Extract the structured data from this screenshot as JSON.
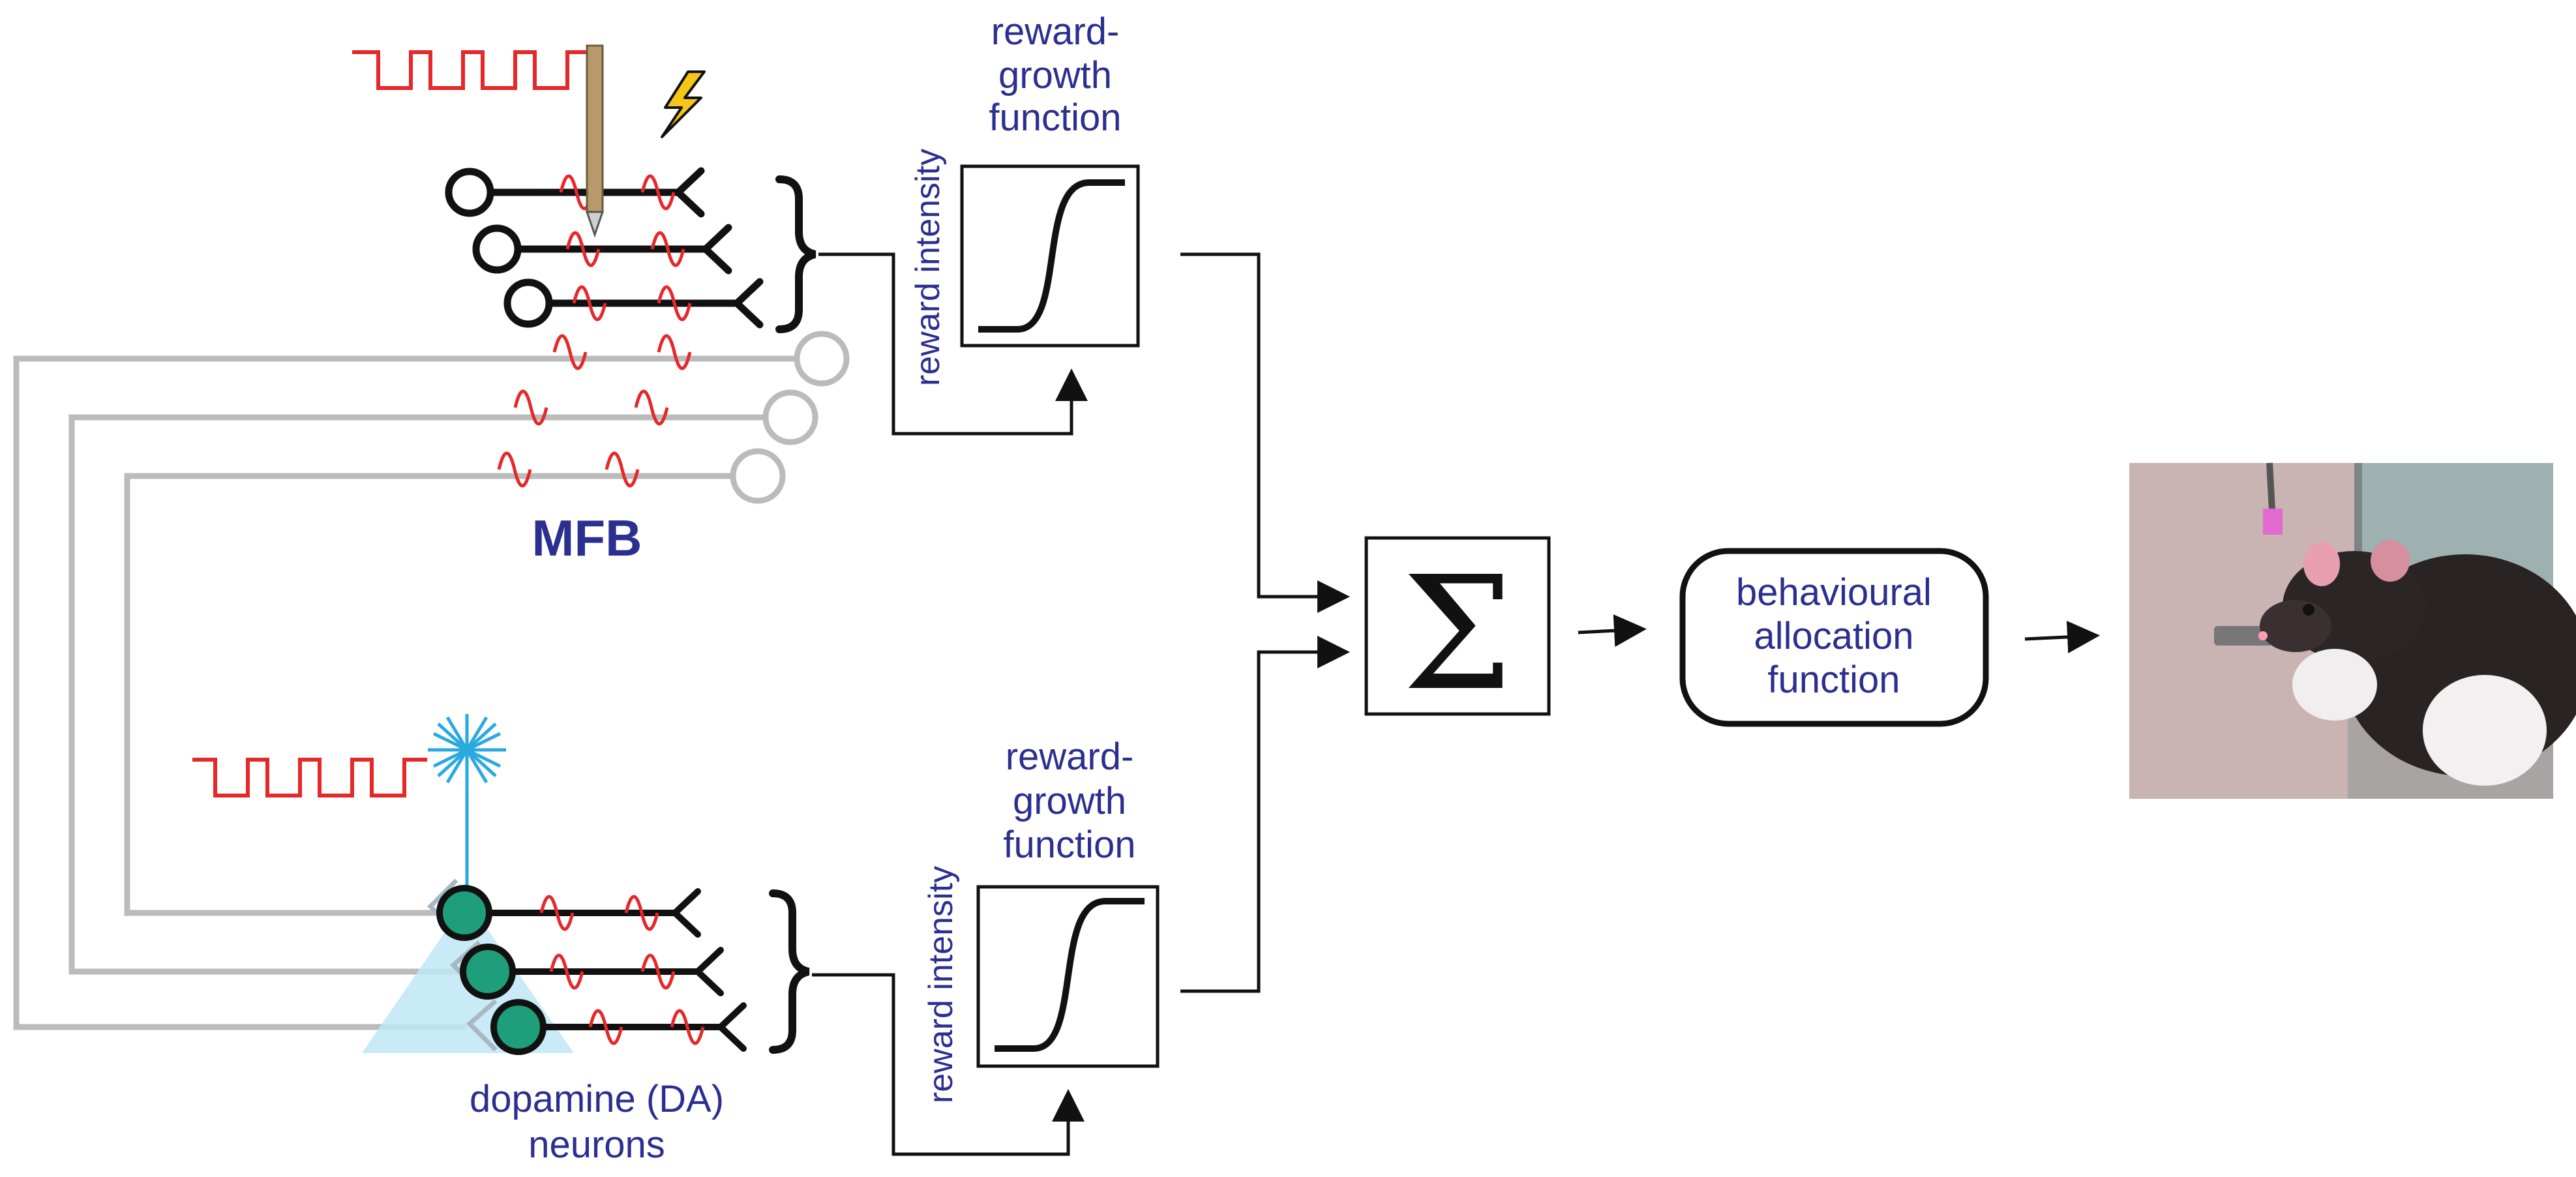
{
  "labels": {
    "mfb": "MFB",
    "da_line1": "dopamine (DA)",
    "da_line2": "neurons",
    "rg_top": {
      "line1": "reward-",
      "line2": "growth",
      "line3": "function",
      "axis": "reward intensity"
    },
    "rg_bottom": {
      "line1": "reward-",
      "line2": "growth",
      "line3": "function",
      "axis": "reward intensity"
    },
    "sum_symbol": "Σ",
    "behav_line1": "behavioural",
    "behav_line2": "allocation",
    "behav_line3": "function"
  },
  "colors": {
    "label_blue": "#2b2f8f",
    "pulse_red": "#e5282a",
    "axon_gray": "#bbbbbb",
    "da_green": "#1e9e7a",
    "laser_blue": "#2aa9e0",
    "cone_blue": "#bfe6f6"
  },
  "icons": [
    "electrode-icon",
    "lightning-icon",
    "laser-starburst-icon",
    "rat-photo"
  ]
}
